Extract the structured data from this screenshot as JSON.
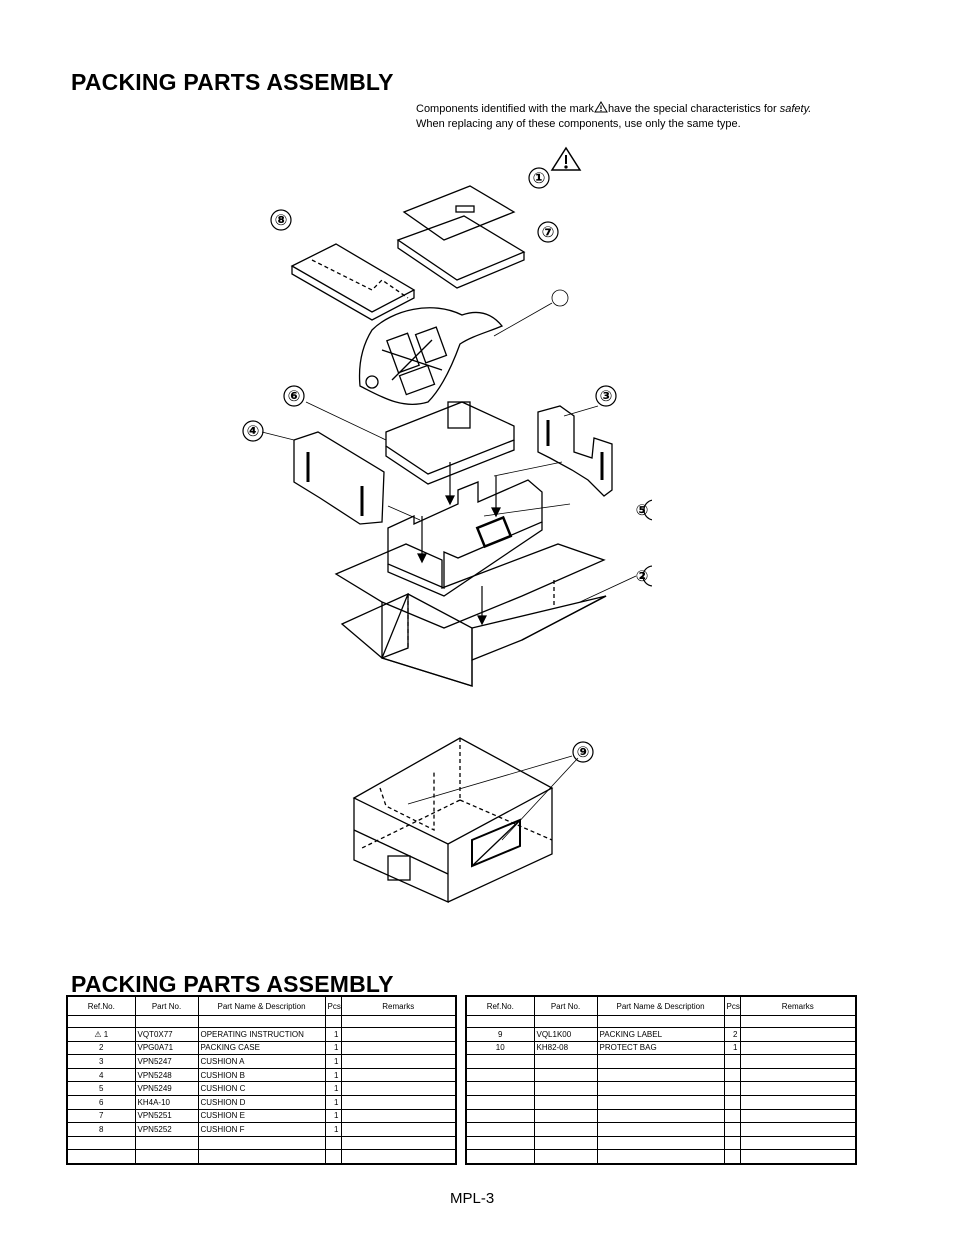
{
  "title_top": "PACKING PARTS ASSEMBLY",
  "title_bottom": "PACKING PARTS ASSEMBLY",
  "safety_note": {
    "line1_a": "Components identified with the mark",
    "line1_b": "have the special characteristics for",
    "line1_c": "safety.",
    "line2": "When replacing any of these components, use only the same type."
  },
  "callouts": [
    "①",
    "⑦",
    "⑧",
    "⑥",
    "③",
    "④",
    "⑤",
    "②",
    "⑨"
  ],
  "columns": {
    "ref": "Ref.No.",
    "part": "Part No.",
    "name": "Part Name & Description",
    "pcs": "Pcs",
    "remarks": "Remarks"
  },
  "warning_glyph": "⚠",
  "left_rows": [
    {
      "ref": "1",
      "part": "VQT0X77",
      "name": "OPERATING INSTRUCTION",
      "pcs": "1",
      "warn": true
    },
    {
      "ref": "2",
      "part": "VPG0A71",
      "name": "PACKING CASE",
      "pcs": "1"
    },
    {
      "ref": "3",
      "part": "VPN5247",
      "name": "CUSHION A",
      "pcs": "1"
    },
    {
      "ref": "4",
      "part": "VPN5248",
      "name": "CUSHION B",
      "pcs": "1"
    },
    {
      "ref": "5",
      "part": "VPN5249",
      "name": "CUSHION C",
      "pcs": "1"
    },
    {
      "ref": "6",
      "part": "KH4A-10",
      "name": "CUSHION D",
      "pcs": "1"
    },
    {
      "ref": "7",
      "part": "VPN5251",
      "name": "CUSHION E",
      "pcs": "1"
    },
    {
      "ref": "8",
      "part": "VPN5252",
      "name": "CUSHION F",
      "pcs": "1"
    }
  ],
  "right_rows": [
    {
      "ref": "9",
      "part": "VQL1K00",
      "name": "PACKING LABEL",
      "pcs": "2"
    },
    {
      "ref": "10",
      "part": "KH82-08",
      "name": "PROTECT BAG",
      "pcs": "1"
    }
  ],
  "page_number": "MPL-3"
}
